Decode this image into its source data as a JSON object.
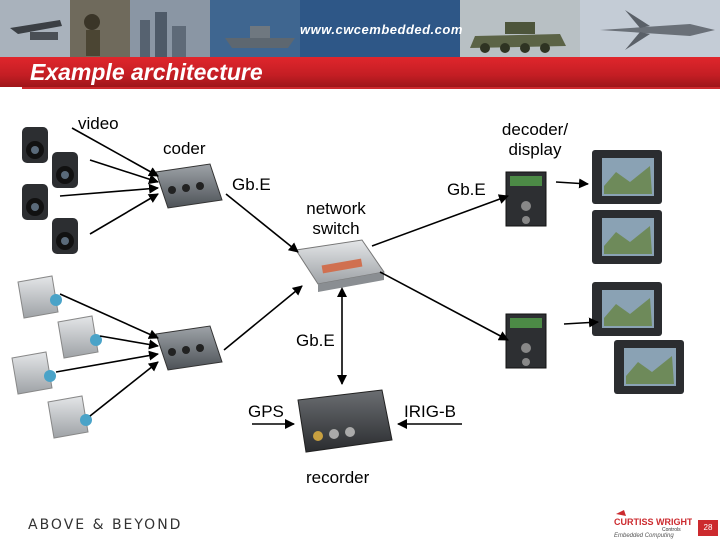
{
  "banner": {
    "url": "www.cwcembedded.com"
  },
  "title": "Example architecture",
  "labels": {
    "video": "video",
    "coder": "coder",
    "decoder_display": "decoder/ display",
    "gbe_left": "Gb.E",
    "gbe_right": "Gb.E",
    "network_switch": "network switch",
    "gbe_bottom": "Gb.E",
    "gps": "GPS",
    "irig_b": "IRIG-B",
    "recorder": "recorder"
  },
  "footer": {
    "tagline": "ABOVE & BEYOND",
    "logo_text": "CURTISS WRIGHT",
    "logo_sub": "Controls",
    "logo_tag": "Embedded Computing",
    "page": "28"
  },
  "colors": {
    "accent": "#cc2a2e",
    "arrow": "#000000"
  }
}
